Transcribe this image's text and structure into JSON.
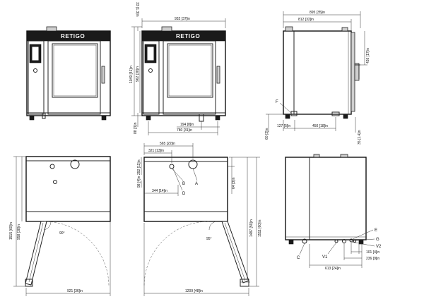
{
  "brand": "RETIGO",
  "front_view": {
    "width": "932 [37]in",
    "top_gap": "33 [1.3]in",
    "height_total": "1049 [41]in",
    "height_body": "962 [38]in",
    "feet": "88 [3]in",
    "inlet_offset": "194 [8]in",
    "feet_span": "780 [31]in"
  },
  "side_view": {
    "depth_total": "895 [35]in",
    "depth_body": "812 [32]in",
    "handle_height": "426 [17]in",
    "label_f": "F",
    "dim_127": "127 [5]in",
    "dim_450": "450 [18]in",
    "feet_height": "60 [2]in",
    "right_offset": "35 [1.4]in"
  },
  "plan_left": {
    "height_1": "1515 [60]in",
    "height_2": "958 [38]in",
    "door_angle": "90°",
    "swing_width": "921 [36]in"
  },
  "plan_middle": {
    "dim_565": "565 [22]in",
    "dim_321": "321 [13]in",
    "dim_292": "292 [11]in",
    "dim_98": "98 [4]in",
    "dim_344": "344 [14]in",
    "dim_64": "64 [3]in",
    "door_angle": "95°",
    "depth_1487": "1487 [59]in",
    "depth_1511": "1511 [60]in",
    "swing_width": "1209 [48]in",
    "label_a": "A",
    "label_b": "B",
    "label_d": "D"
  },
  "back_view": {
    "label_e": "E",
    "label_g": "G",
    "label_v2": "V2",
    "label_c": "C",
    "label_v1": "V1",
    "dim_101": "101 [4]in",
    "dim_236": "236 [9]in",
    "dim_613": "613 [24]in"
  }
}
